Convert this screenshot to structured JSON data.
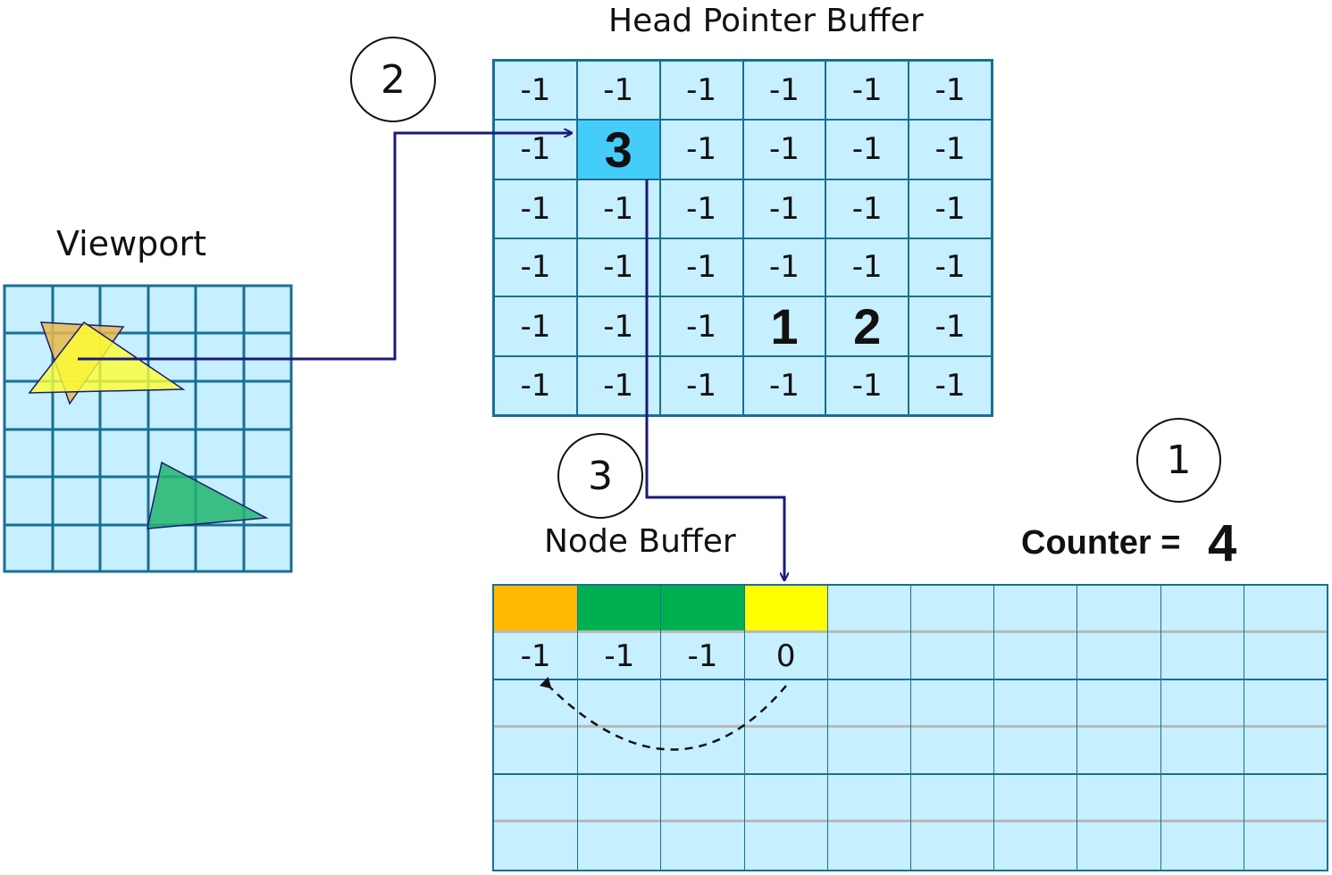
{
  "head_buffer": {
    "title": "Head Pointer Buffer",
    "cells": [
      [
        "-1",
        "-1",
        "-1",
        "-1",
        "-1",
        "-1"
      ],
      [
        "-1",
        "3",
        "-1",
        "-1",
        "-1",
        "-1"
      ],
      [
        "-1",
        "-1",
        "-1",
        "-1",
        "-1",
        "-1"
      ],
      [
        "-1",
        "-1",
        "-1",
        "-1",
        "-1",
        "-1"
      ],
      [
        "-1",
        "-1",
        "-1",
        "1",
        "2",
        "-1"
      ],
      [
        "-1",
        "-1",
        "-1",
        "-1",
        "-1",
        "-1"
      ]
    ],
    "bold_cells": [
      [
        1,
        1
      ],
      [
        4,
        3
      ],
      [
        4,
        4
      ]
    ],
    "highlight_cell": [
      1,
      1
    ],
    "highlight_color": "#45cdfa"
  },
  "viewport": {
    "title": "Viewport",
    "grid_color": "#1a6f93",
    "fill_color": "#c6efff",
    "triangle_colors": [
      "#e9b84a",
      "#ffff33",
      "#22b56c"
    ]
  },
  "node_buffer": {
    "title": "Node Buffer",
    "slot_colors": [
      "#ffb900",
      "#00b050",
      "#00b050",
      "#ffff00"
    ],
    "next_values": [
      "-1",
      "-1",
      "-1",
      "0"
    ]
  },
  "counter": {
    "label": "Counter =",
    "value": "4"
  },
  "steps": [
    "1",
    "2",
    "3"
  ],
  "colors": {
    "arrow": "#1a1a7a",
    "cell_fill": "#c6efff",
    "grid_line": "#1a6f93"
  }
}
